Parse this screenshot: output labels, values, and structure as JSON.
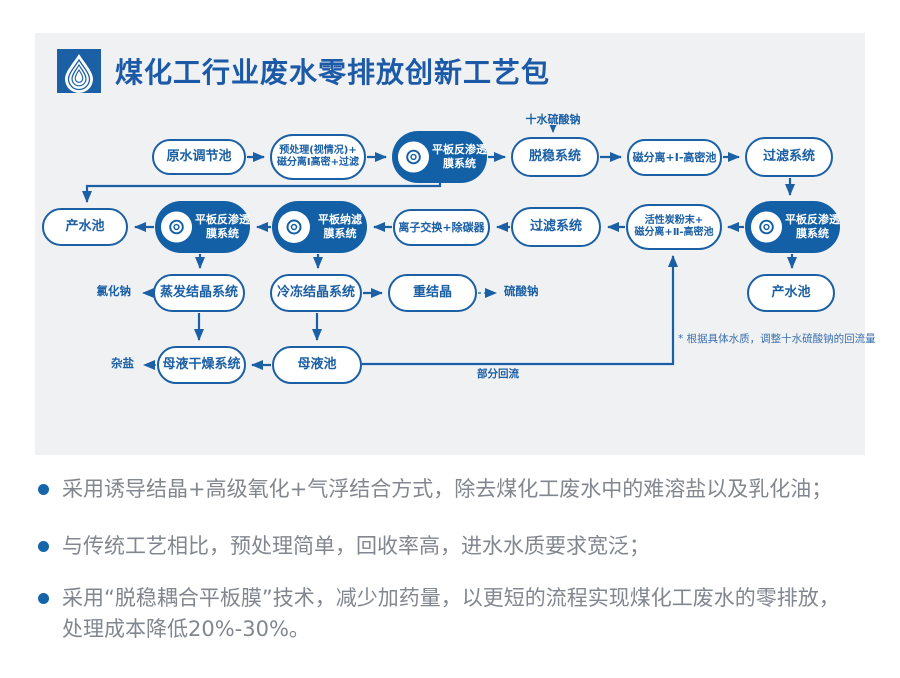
{
  "header": {
    "title": "煤化工行业废水零排放创新工艺包"
  },
  "colors": {
    "accent": "#1b5fa5",
    "filled_node": "#1460a6",
    "panel_bg": "#f0f1f3",
    "bullet_text": "#82878f"
  },
  "icons": {
    "logo": "water-drop-logo-icon",
    "membrane": "membrane-disc-icon",
    "bullet": "bullet-dot-icon"
  },
  "diagram": {
    "feed_label": "十水硫酸钠",
    "reflux_label": "部分回流",
    "note": "* 根据具体水质，调整十水硫酸钠的回流量",
    "nodes": {
      "raw_pool": "原水调节池",
      "pretreat_l1": "预处理(视情况)+",
      "pretreat_l2": "磁分离Ⅰ高密+过滤",
      "fro_l1": "平板反渗透",
      "fro_l2": "膜系统",
      "destab": "脱稳系统",
      "magsep1": "磁分离+Ⅰ-高密池",
      "filter1": "过滤系统",
      "product_pool": "产水池",
      "nf_l1": "平板纳滤",
      "nf_l2": "膜系统",
      "ion_exchange": "离子交换+除碳器",
      "filter2": "过滤系统",
      "carbon_l1": "活性炭粉末+",
      "carbon_l2": "磁分离+Ⅱ-高密池",
      "product_pool2": "产水池",
      "evap": "蒸发结晶系统",
      "freeze": "冷冻结晶系统",
      "recryst": "重结晶",
      "mother_dry": "母液干燥系统",
      "mother_pool": "母液池"
    },
    "outputs": {
      "nacl": "氯化钠",
      "na2so4": "硫酸钠",
      "misc_salt": "杂盐"
    }
  },
  "bullets": [
    "采用诱导结晶+高级氧化+气浮结合方式，除去煤化工废水中的难溶盐以及乳化油；",
    "与传统工艺相比，预处理简单，回收率高，进水水质要求宽泛；",
    "采用“脱稳耦合平板膜”技术，减少加药量，以更短的流程实现煤化工废水的零排放，处理成本降低20%-30%。"
  ]
}
